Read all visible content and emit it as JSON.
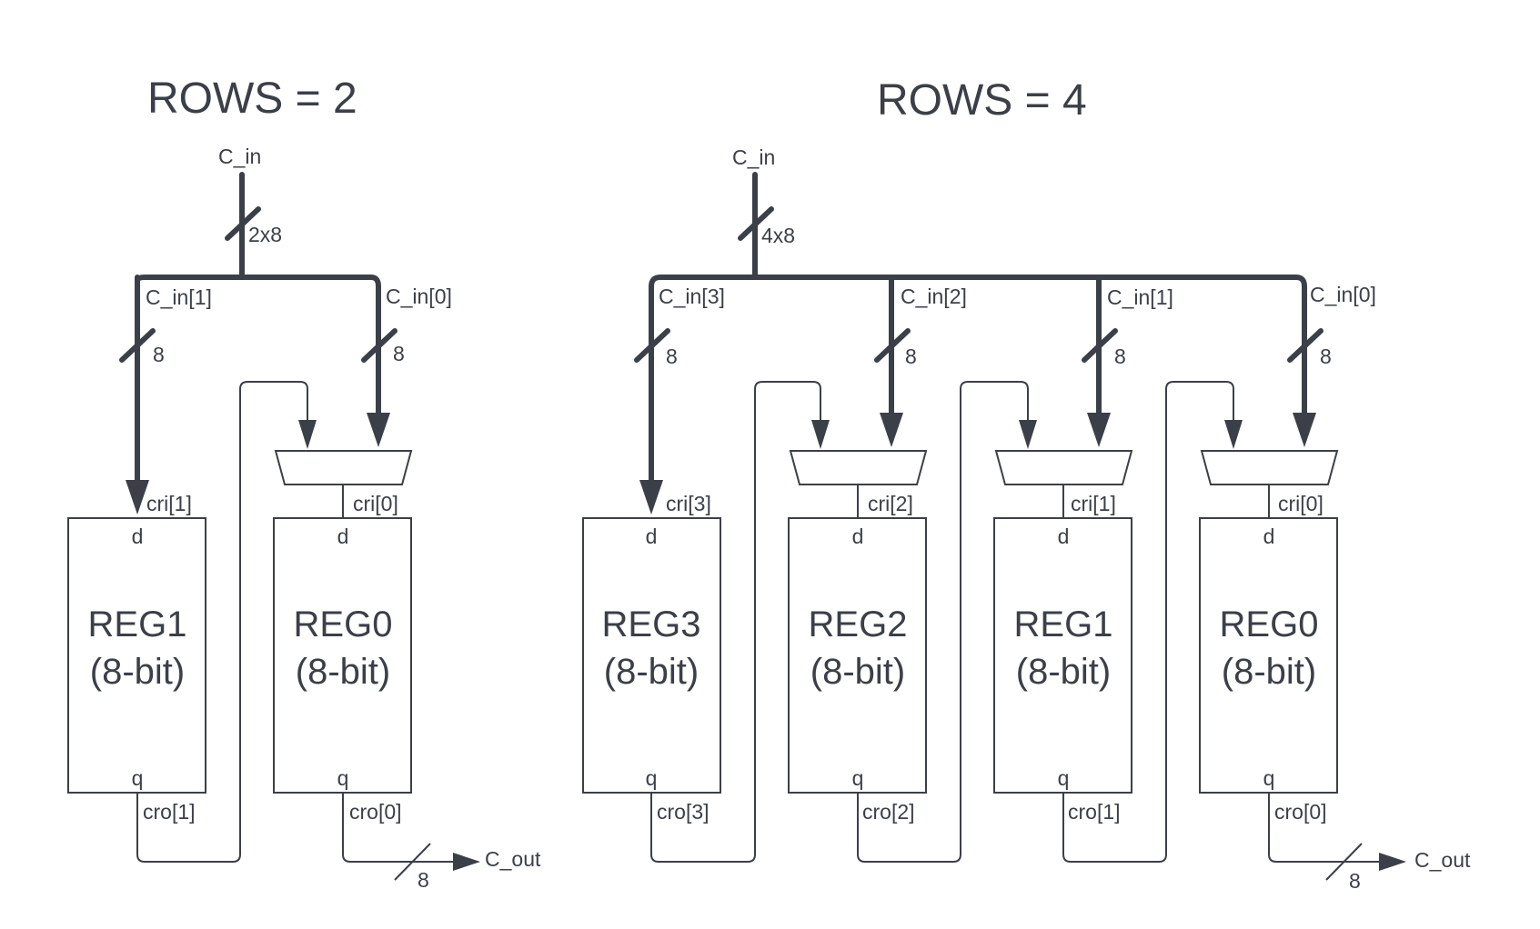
{
  "diagrams": [
    {
      "title": "ROWS = 2",
      "input_label": "C_in",
      "input_width": "2x8",
      "branch_labels": [
        "C_in[1]",
        "C_in[0]"
      ],
      "branch_width": "8",
      "registers": [
        {
          "name": "REG1",
          "width": "(8-bit)",
          "in_port": "d",
          "out_port": "q",
          "cri": "cri[1]",
          "cro": "cro[1]"
        },
        {
          "name": "REG0",
          "width": "(8-bit)",
          "in_port": "d",
          "out_port": "q",
          "cri": "cri[0]",
          "cro": "cro[0]"
        }
      ],
      "output_label": "C_out",
      "output_width": "8"
    },
    {
      "title": "ROWS = 4",
      "input_label": "C_in",
      "input_width": "4x8",
      "branch_labels": [
        "C_in[3]",
        "C_in[2]",
        "C_in[1]",
        "C_in[0]"
      ],
      "branch_width": "8",
      "registers": [
        {
          "name": "REG3",
          "width": "(8-bit)",
          "in_port": "d",
          "out_port": "q",
          "cri": "cri[3]",
          "cro": "cro[3]"
        },
        {
          "name": "REG2",
          "width": "(8-bit)",
          "in_port": "d",
          "out_port": "q",
          "cri": "cri[2]",
          "cro": "cro[2]"
        },
        {
          "name": "REG1",
          "width": "(8-bit)",
          "in_port": "d",
          "out_port": "q",
          "cri": "cri[1]",
          "cro": "cro[1]"
        },
        {
          "name": "REG0",
          "width": "(8-bit)",
          "in_port": "d",
          "out_port": "q",
          "cri": "cri[0]",
          "cro": "cro[0]"
        }
      ],
      "output_label": "C_out",
      "output_width": "8"
    }
  ]
}
